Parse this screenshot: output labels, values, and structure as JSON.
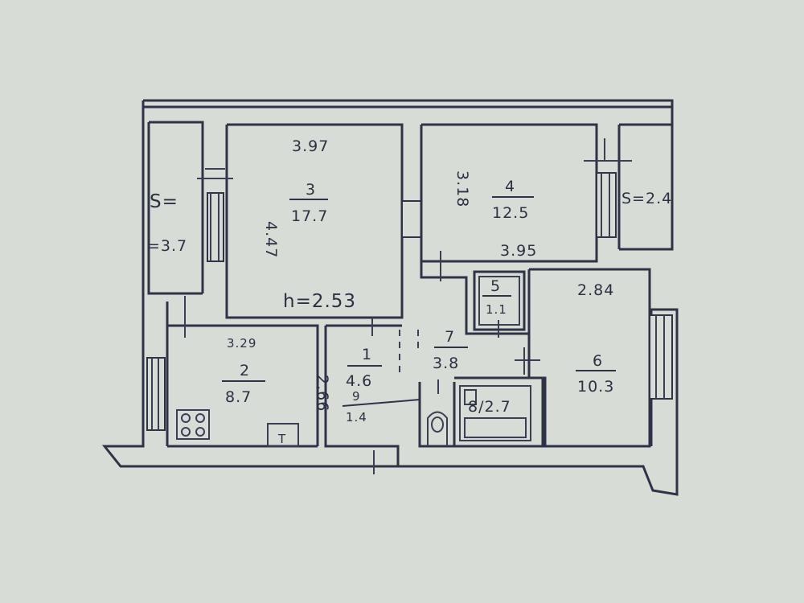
{
  "plan": {
    "left_balcony": {
      "label_top": "S=",
      "label_bottom": "=3.7"
    },
    "right_balcony": {
      "label": "S=2.4"
    },
    "ceiling_height": "h=2.53",
    "rooms": [
      {
        "number": "1",
        "area": "4.6"
      },
      {
        "number": "2",
        "area": "8.7"
      },
      {
        "number": "3",
        "area": "17.7"
      },
      {
        "number": "4",
        "area": "12.5"
      },
      {
        "number": "5",
        "area": "1.1"
      },
      {
        "number": "6",
        "area": "10.3"
      },
      {
        "number": "7",
        "area": "3.8"
      },
      {
        "number": "8",
        "area": "2.7",
        "combined": "8/2.7"
      },
      {
        "number": "9",
        "area": "1.4"
      }
    ],
    "dimensions": {
      "room3_width": "3.97",
      "room3_length": "4.47",
      "room4_length": "3.18",
      "room4_width": "3.95",
      "room6_width": "2.84",
      "room2_width": "3.29",
      "room2_length": "2.66"
    },
    "fixtures": {
      "stove": "stove-icon",
      "sink_label": "T",
      "toilet": "toilet-icon",
      "bathtub": "bathtub-icon"
    }
  }
}
